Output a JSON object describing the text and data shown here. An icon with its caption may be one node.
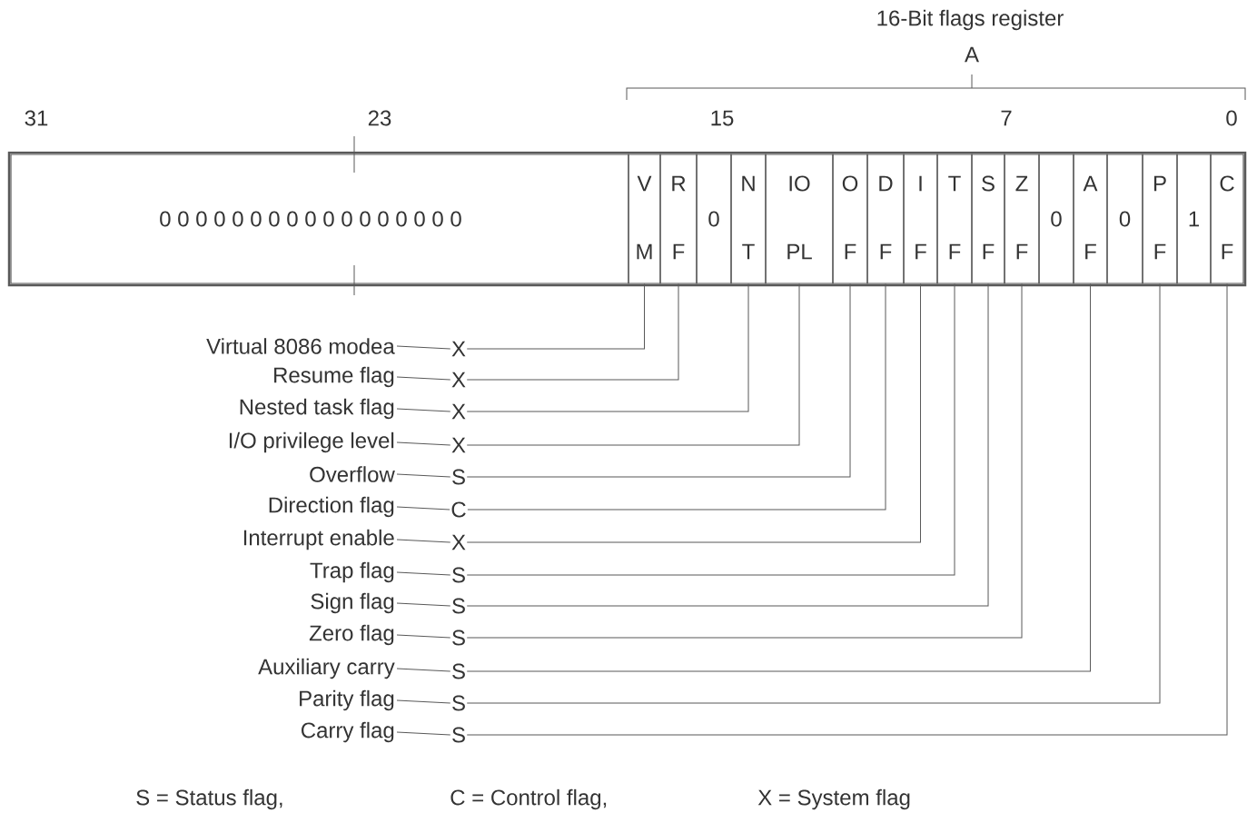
{
  "diagram": {
    "nodes": [
      {
        "text": [
          "0 0 0 0 0 0 0 0 0 0 0 0 0 0 0 0 0"
        ]
      },
      {
        "text": [
          "V",
          "M"
        ]
      },
      {
        "text": [
          "R",
          "F"
        ]
      },
      {
        "text": [
          "0"
        ]
      },
      {
        "text": [
          "N",
          "T"
        ]
      },
      {
        "text": [
          "IO",
          "PL"
        ]
      },
      {
        "text": [
          "O",
          "F"
        ]
      },
      {
        "text": [
          "D",
          "F"
        ]
      },
      {
        "text": [
          "I",
          "F"
        ]
      },
      {
        "text": [
          "T",
          "F"
        ]
      },
      {
        "text": [
          "S",
          "F"
        ]
      },
      {
        "text": [
          "Z",
          "F"
        ]
      },
      {
        "text": [
          "0"
        ]
      },
      {
        "text": [
          "A",
          "F"
        ]
      },
      {
        "text": [
          "0"
        ]
      },
      {
        "text": [
          "P",
          "F"
        ]
      },
      {
        "text": [
          "1"
        ]
      },
      {
        "text": [
          "C",
          "F"
        ]
      },
      {
        "text": [
          "Virtual 8086 modea"
        ]
      },
      {
        "text": [
          "Resume flag"
        ]
      },
      {
        "text": [
          "Nested task flag"
        ]
      },
      {
        "text": [
          "I/O privilege level"
        ]
      },
      {
        "text": [
          "Overflow"
        ]
      },
      {
        "text": [
          "Direction flag"
        ]
      },
      {
        "text": [
          "Interrupt enable"
        ]
      },
      {
        "text": [
          "Trap flag"
        ]
      },
      {
        "text": [
          "Sign flag"
        ]
      },
      {
        "text": [
          "Zero flag"
        ]
      },
      {
        "text": [
          "Auxiliary carry"
        ]
      },
      {
        "text": [
          "Parity flag"
        ]
      },
      {
        "text": [
          "Carry flag"
        ]
      },
      {
        "text": [
          "X"
        ]
      },
      {
        "text": [
          "X"
        ]
      },
      {
        "text": [
          "X"
        ]
      },
      {
        "text": [
          "X"
        ]
      },
      {
        "text": [
          "S"
        ]
      },
      {
        "text": [
          "C"
        ]
      },
      {
        "text": [
          "X"
        ]
      },
      {
        "text": [
          "S"
        ]
      },
      {
        "text": [
          "S"
        ]
      },
      {
        "text": [
          "S"
        ]
      },
      {
        "text": [
          "S"
        ]
      },
      {
        "text": [
          "S"
        ]
      },
      {
        "text": [
          "S"
        ]
      }
    ],
    "edges": [
      {
        "from": 18,
        "to": 31,
        "arrow": "none"
      },
      {
        "from": 19,
        "to": 32,
        "arrow": "none"
      },
      {
        "from": 20,
        "to": 33,
        "arrow": "none"
      },
      {
        "from": 21,
        "to": 34,
        "arrow": "none"
      },
      {
        "from": 22,
        "to": 35,
        "arrow": "none"
      },
      {
        "from": 23,
        "to": 36,
        "arrow": "none"
      },
      {
        "from": 24,
        "to": 37,
        "arrow": "none"
      },
      {
        "from": 25,
        "to": 38,
        "arrow": "none"
      },
      {
        "from": 26,
        "to": 39,
        "arrow": "none"
      },
      {
        "from": 27,
        "to": 40,
        "arrow": "none"
      },
      {
        "from": 28,
        "to": 41,
        "arrow": "none"
      },
      {
        "from": 29,
        "to": 42,
        "arrow": "none"
      },
      {
        "from": 30,
        "to": 43,
        "arrow": "none"
      },
      {
        "from": 31,
        "to": 1,
        "arrow": "none"
      },
      {
        "from": 32,
        "to": 2,
        "arrow": "none"
      },
      {
        "from": 33,
        "to": 4,
        "arrow": "none"
      },
      {
        "from": 34,
        "to": 5,
        "arrow": "none"
      },
      {
        "from": 35,
        "to": 6,
        "arrow": "none"
      },
      {
        "from": 36,
        "to": 7,
        "arrow": "none"
      },
      {
        "from": 37,
        "to": 8,
        "arrow": "none"
      },
      {
        "from": 38,
        "to": 9,
        "arrow": "none"
      },
      {
        "from": 39,
        "to": 10,
        "arrow": "none"
      },
      {
        "from": 40,
        "to": 11,
        "arrow": "none"
      },
      {
        "from": 41,
        "to": 13,
        "arrow": "none"
      },
      {
        "from": 42,
        "to": 15,
        "arrow": "none"
      },
      {
        "from": 43,
        "to": 17,
        "arrow": "none"
      }
    ],
    "labels": [
      "16-Bit flags register",
      "A",
      "31",
      "23",
      "15",
      "7",
      "0",
      "S = Status flag,",
      "C = Control flag,",
      "X = System flag"
    ]
  }
}
